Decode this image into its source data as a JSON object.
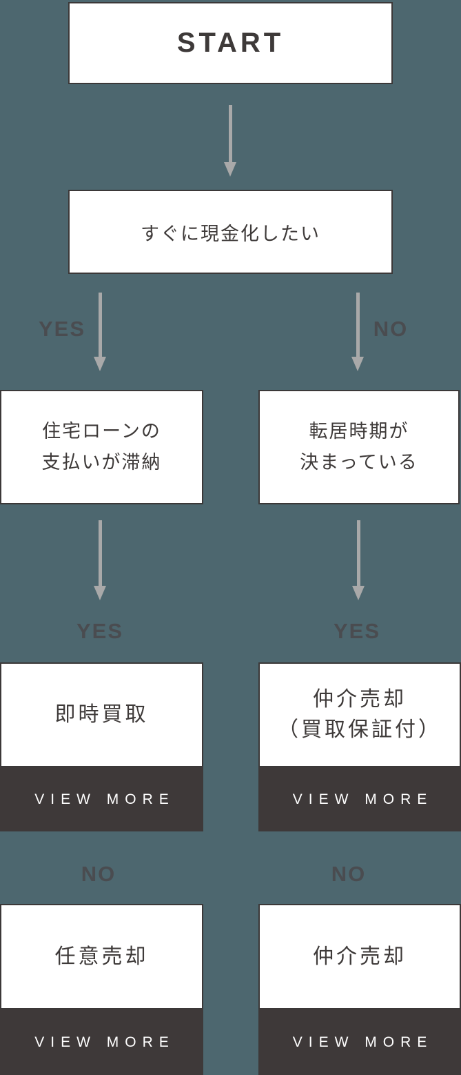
{
  "colors": {
    "background": "#4d676f",
    "box_background": "#ffffff",
    "box_border": "#3b3838",
    "box_text": "#3e3a39",
    "footer_background": "#3e3939",
    "footer_text": "#ffffff",
    "arrow": "#a9a9a9",
    "branch_label": "#4a4c50"
  },
  "flowchart": {
    "start": {
      "label": "START"
    },
    "q1": {
      "label": "すぐに現金化したい"
    },
    "branch1": {
      "yes": "YES",
      "no": "NO"
    },
    "q2_left": {
      "line1": "住宅ローンの",
      "line2": "支払いが滞納"
    },
    "q2_right": {
      "line1": "転居時期が",
      "line2": "決まっている"
    },
    "branch2": {
      "left_yes": "YES",
      "right_yes": "YES"
    },
    "results_yes": [
      {
        "title": "即時買取",
        "cta": "VIEW MORE"
      },
      {
        "title_line1": "仲介売却",
        "title_line2": "（買取保証付）",
        "cta": "VIEW MORE"
      }
    ],
    "branch3": {
      "left_no": "NO",
      "right_no": "NO"
    },
    "results_no": [
      {
        "title": "任意売却",
        "cta": "VIEW MORE"
      },
      {
        "title": "仲介売却",
        "cta": "VIEW MORE"
      }
    ]
  }
}
